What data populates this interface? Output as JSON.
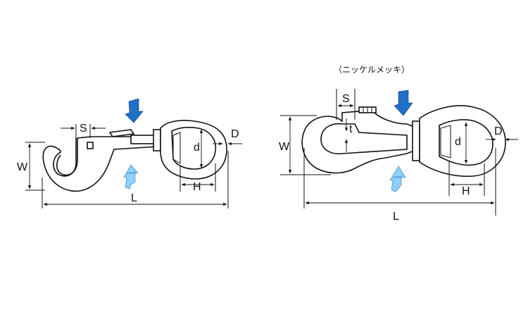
{
  "note": "（ニッケルメッキ）",
  "colors": {
    "arrow_dark": "#1e6fc6",
    "arrow_light": "#8fd0ff"
  },
  "left": {
    "S": "S",
    "W": "W",
    "d": "d",
    "H": "H",
    "D": "D",
    "L": "L"
  },
  "right": {
    "S": "S",
    "t": "t",
    "W": "W",
    "d": "d",
    "H": "H",
    "D": "D",
    "L": "L"
  }
}
